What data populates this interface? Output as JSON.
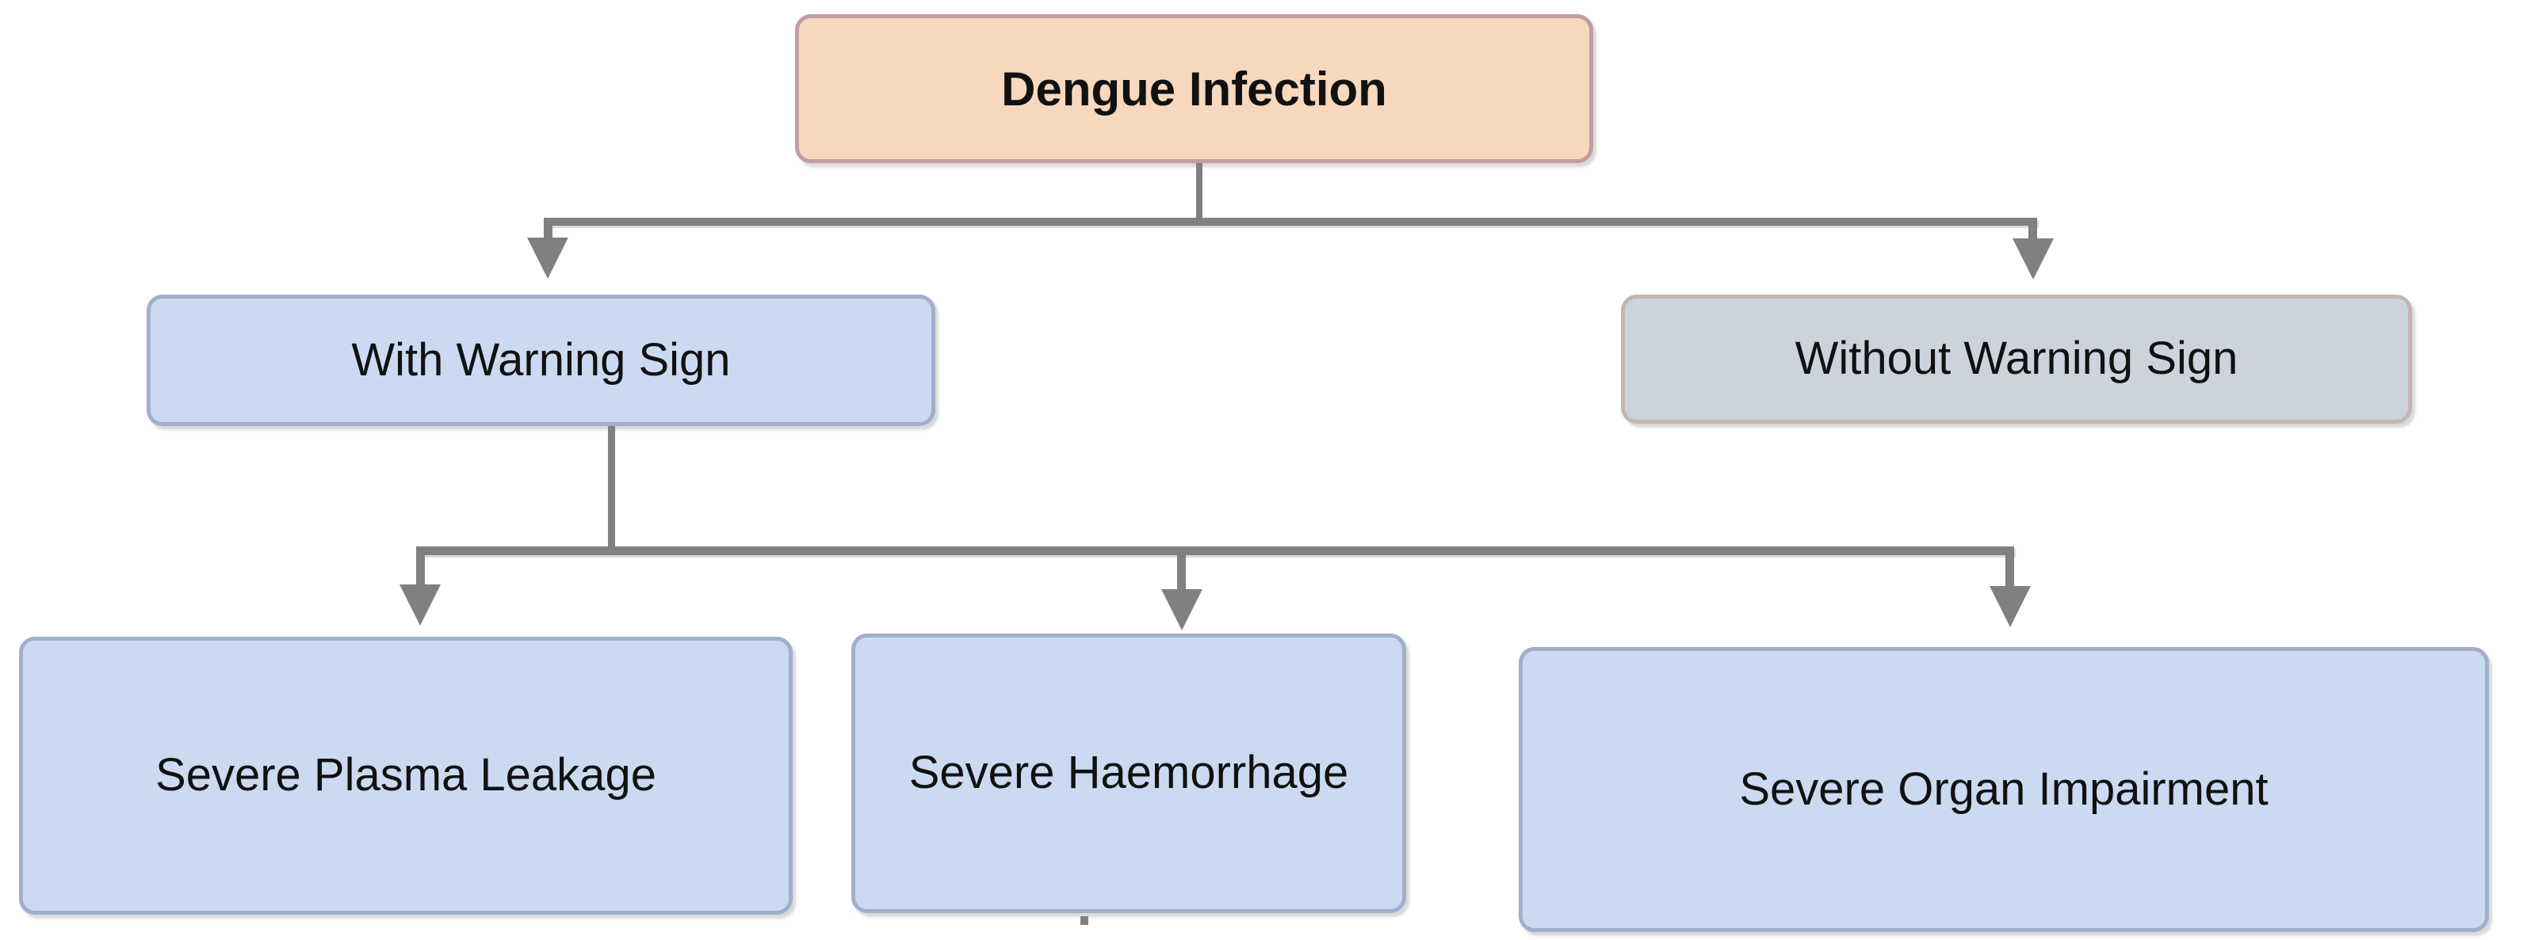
{
  "diagram": {
    "nodes": {
      "root": {
        "label": "Dengue Infection"
      },
      "with_warning": {
        "label": "With Warning Sign"
      },
      "without_warning": {
        "label": "Without Warning Sign"
      },
      "severe_plasma_leakage": {
        "label": "Severe Plasma Leakage"
      },
      "severe_haemorrhage": {
        "label": "Severe Haemorrhage"
      },
      "severe_organ_impairment": {
        "label": "Severe Organ Impairment"
      }
    },
    "edges": [
      {
        "from": "root",
        "to": "with_warning"
      },
      {
        "from": "root",
        "to": "without_warning"
      },
      {
        "from": "with_warning",
        "to": "severe_plasma_leakage"
      },
      {
        "from": "with_warning",
        "to": "severe_haemorrhage"
      },
      {
        "from": "with_warning",
        "to": "severe_organ_impairment"
      }
    ]
  },
  "colors": {
    "root_fill": "#F8D8BD",
    "root_border": "#C49CA3",
    "blue_fill": "#CBDAF1",
    "blue_border": "#A0AFCC",
    "gray_fill": "#CDD3DB",
    "gray_border": "#C7B4B2",
    "connector": "#808080",
    "text": "#111111",
    "background": "#FFFFFF"
  }
}
